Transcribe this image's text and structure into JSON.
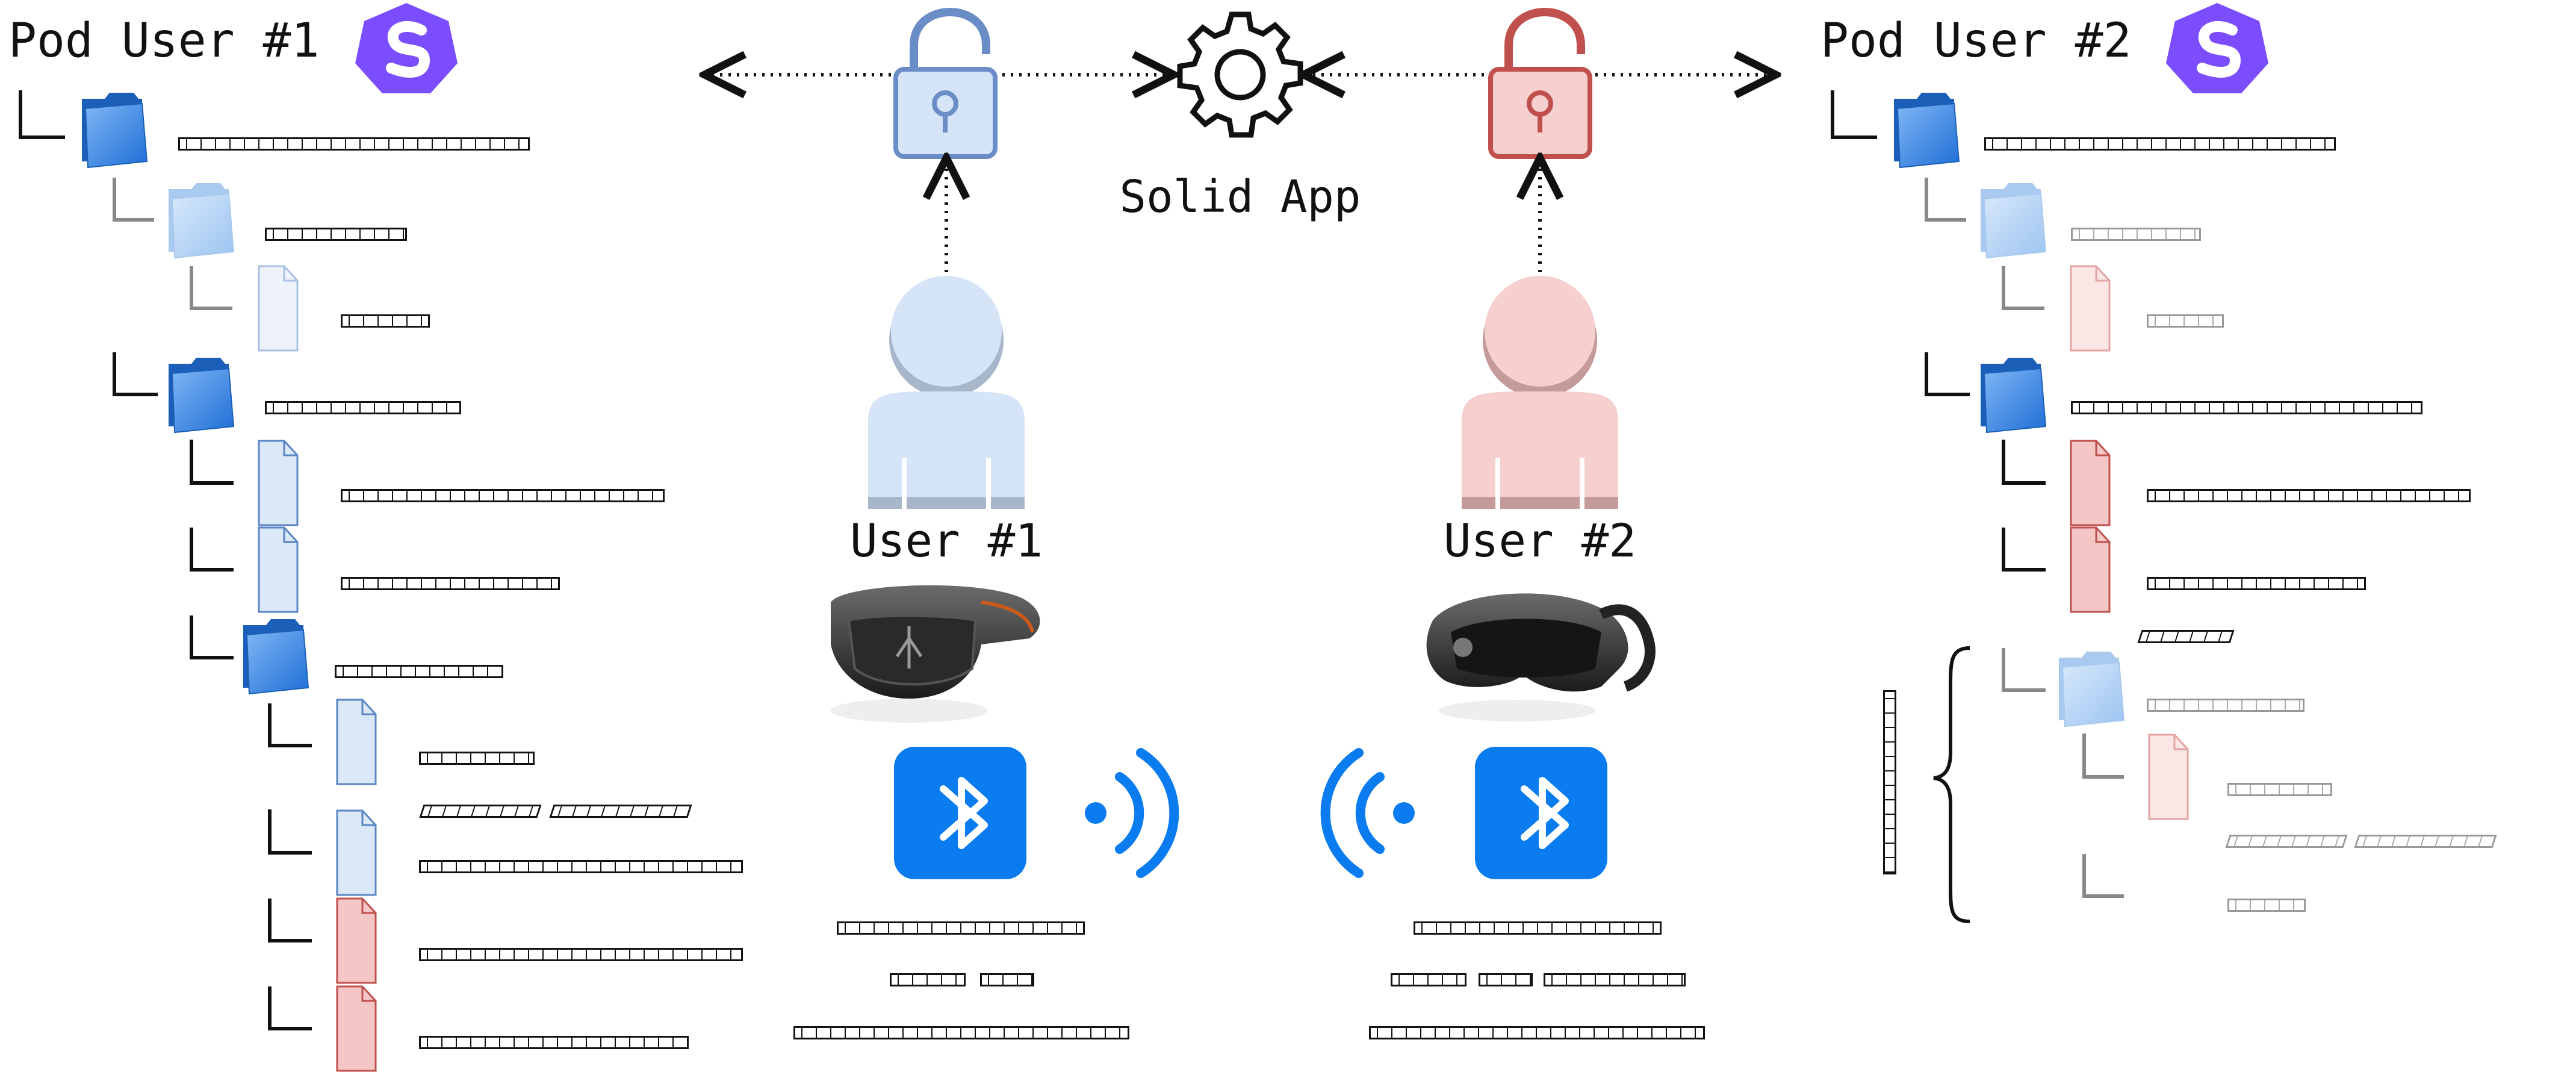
{
  "pod1": {
    "title": "Pod User #1"
  },
  "pod2": {
    "title": "Pod User #2"
  },
  "app": {
    "label": "Solid App"
  },
  "user1": {
    "label": "User #1",
    "color": "#d6e4f7",
    "lock_color": "#6a8cc7"
  },
  "user2": {
    "label": "User #2",
    "color": "#f6cfcf",
    "lock_color": "#c0504d"
  },
  "colors": {
    "bluetooth": "#0a7cf0",
    "solid_logo": "#7c4dff",
    "folder": "#2f7ee3",
    "doc_blue": "#dbe8f8",
    "doc_red": "#f4c6c6"
  },
  "icons": [
    "solid-logo-icon",
    "gear-icon",
    "open-lock-icon",
    "bluetooth-icon",
    "signal-waves-icon",
    "person-icon",
    "folder-icon",
    "document-icon",
    "ar-headset-icon",
    "vr-headset-icon",
    "brace-icon"
  ]
}
